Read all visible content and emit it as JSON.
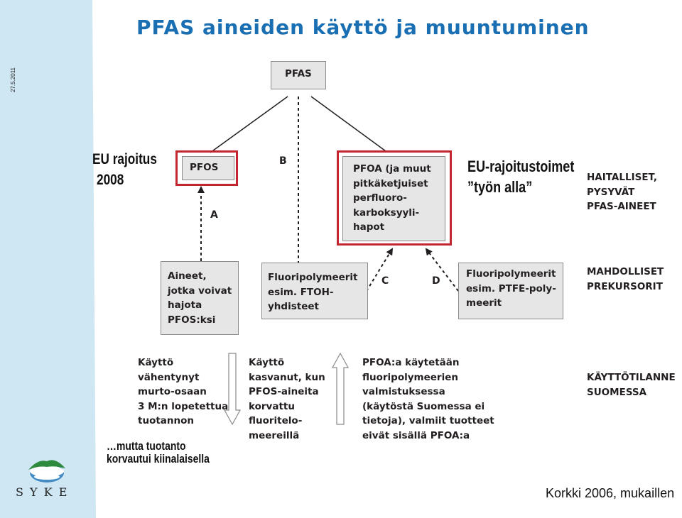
{
  "header": {
    "title": "PFAS aineiden käyttö ja muuntuminen",
    "date": "27.5.2011"
  },
  "diagram": {
    "root": "PFAS",
    "pfos": "PFOS",
    "pfoa": "PFOA (ja muut\npitkäketjuiset\nperfluoro-\nkarboksyyli-\nhapot",
    "branch_labels": {
      "a": "A",
      "b": "B",
      "c": "C",
      "d": "D"
    },
    "haitalliset": "HAITALLISET,\nPYSYVÄT\nPFAS-AINEET",
    "prekursorit": "MAHDOLLISET\nPREKURSORIT",
    "aineet": "Aineet,\njotka voivat\nhajota\nPFOS:ksi",
    "ftoh": "Fluoripolymeerit\nesim. FTOH-\nyhdisteet",
    "ptfe": "Fluoripolymeerit\nesim. PTFE-poly-\nmeerit",
    "kaytto_pfos": "Käyttö\nvähentynyt\nmurto-osaan\n3 M:n lopetettua\ntuotannon",
    "kaytto_ftoh": "Käyttö\nkasvanut, kun\nPFOS-aineita\nkorvattu\nfluoritelo-\nmeereillä",
    "kaytto_pfoa": "PFOA:a käytetään\nfluoripolymeerien\nvalmistuksessa\n(käytöstä Suomessa ei\ntietoja), valmiit tuotteet\neivät sisällä PFOA:a",
    "kayttotilanne": "KÄYTTÖTILANNE\nSUOMESSA"
  },
  "annotations": {
    "eu_rajoitus_line1": "EU rajoitus",
    "eu_rajoitus_line2": "2008",
    "eu_toimet_line1": "EU-rajoitustoimet",
    "eu_toimet_line2": "”työn alla”",
    "mutta_line1": "…mutta tuotanto",
    "mutta_line2": "korvautui kiinalaisella"
  },
  "footer": {
    "logo_text": "S Y K E",
    "source": "Korkki 2006, mukaillen"
  },
  "colors": {
    "title": "#1a6fb3",
    "red_frame": "#c2262e",
    "box_fill": "#e6e6e6",
    "sidebar": "#cfe6f3",
    "logo_green": "#2e8b3d",
    "logo_blue": "#2a7ab8"
  }
}
